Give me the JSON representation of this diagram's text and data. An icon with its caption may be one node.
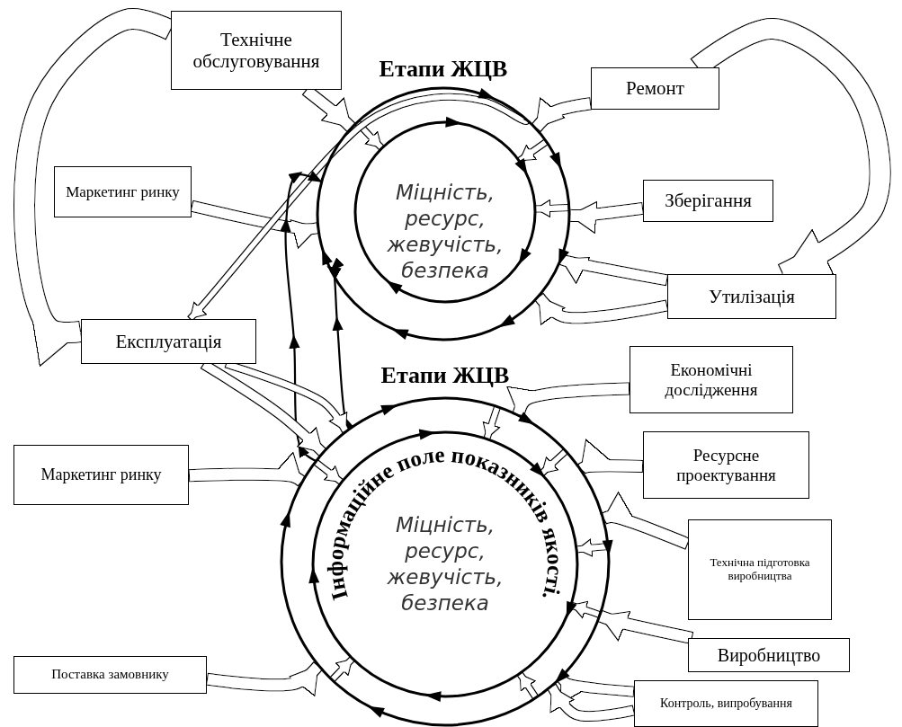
{
  "diagram": {
    "nodes": [
      {
        "text": [
          "Технічне обслуговування"
        ]
      },
      {
        "text": [
          "Ремонт"
        ]
      },
      {
        "text": [
          "Маркетинг ринку"
        ]
      },
      {
        "text": [
          "Зберігання"
        ]
      },
      {
        "text": [
          "Утилізація"
        ]
      },
      {
        "text": [
          "Експлуатація"
        ]
      },
      {
        "text": [
          "Економічні дослідження"
        ]
      },
      {
        "text": [
          "Маркетинг ринку"
        ]
      },
      {
        "text": [
          "Ресурсне проектування"
        ]
      },
      {
        "text": [
          "Технічна підготовка виробництва"
        ]
      },
      {
        "text": [
          "Виробництво"
        ]
      },
      {
        "text": [
          "Поставка замовнику"
        ]
      },
      {
        "text": [
          "Контроль, випробування"
        ]
      },
      {
        "text": [
          "Етапи ЖЦВ"
        ]
      },
      {
        "text": [
          "Міцність, ресурс, жевучість, безпека"
        ],
        "in": 13
      },
      {
        "text": [
          "Етапи ЖЦВ"
        ]
      },
      {
        "text": [
          "Інформаційне поле показників якості.",
          "Міцність, ресурс, жевучість, безпека"
        ],
        "in": 15
      }
    ],
    "edges": [
      {
        "from": 0,
        "to": 13,
        "arrow": "to"
      },
      {
        "from": 13,
        "to": 14,
        "arrow": "to"
      },
      {
        "from": 1,
        "to": 13,
        "arrow": "to"
      },
      {
        "from": 13,
        "to": 14,
        "arrow": "to"
      },
      {
        "from": 3,
        "to": 13,
        "arrow": "to"
      },
      {
        "from": 13,
        "to": 14,
        "arrow": "to"
      },
      {
        "from": 4,
        "to": 13,
        "arrow": "to"
      },
      {
        "from": 4,
        "to": 13,
        "arrow": "to"
      },
      {
        "from": 2,
        "to": 13,
        "arrow": "to"
      },
      {
        "from": 13,
        "to": 5,
        "arrow": "to"
      },
      {
        "from": 0,
        "to": 5,
        "arrow": "to",
        "style": "thick"
      },
      {
        "from": 1,
        "to": 4,
        "arrow": "to",
        "style": "thick"
      },
      {
        "from": 15,
        "to": 13,
        "arrow": "to"
      },
      {
        "from": 15,
        "to": 13,
        "arrow": "to"
      },
      {
        "from": 5,
        "to": 15,
        "arrow": "to"
      },
      {
        "from": 5,
        "to": 15,
        "arrow": "to"
      },
      {
        "from": 15,
        "to": 16,
        "arrow": "to"
      },
      {
        "from": 6,
        "to": 15,
        "arrow": "to"
      },
      {
        "from": 8,
        "to": 15,
        "arrow": "to"
      },
      {
        "from": 15,
        "to": 16,
        "arrow": "to"
      },
      {
        "from": 9,
        "to": 15,
        "arrow": "to"
      },
      {
        "from": 15,
        "to": 16,
        "arrow": "to"
      },
      {
        "from": 10,
        "to": 15,
        "arrow": "to"
      },
      {
        "from": 15,
        "to": 16,
        "arrow": "to"
      },
      {
        "from": 12,
        "to": 15,
        "arrow": "to"
      },
      {
        "from": 12,
        "to": 15,
        "arrow": "to"
      },
      {
        "from": 15,
        "to": 16,
        "arrow": "to"
      },
      {
        "from": 11,
        "to": 15,
        "arrow": "to"
      },
      {
        "from": 15,
        "to": 16,
        "arrow": "to"
      },
      {
        "from": 7,
        "to": 15,
        "arrow": "to"
      },
      {
        "from": 15,
        "to": 16,
        "arrow": "to"
      }
    ]
  }
}
